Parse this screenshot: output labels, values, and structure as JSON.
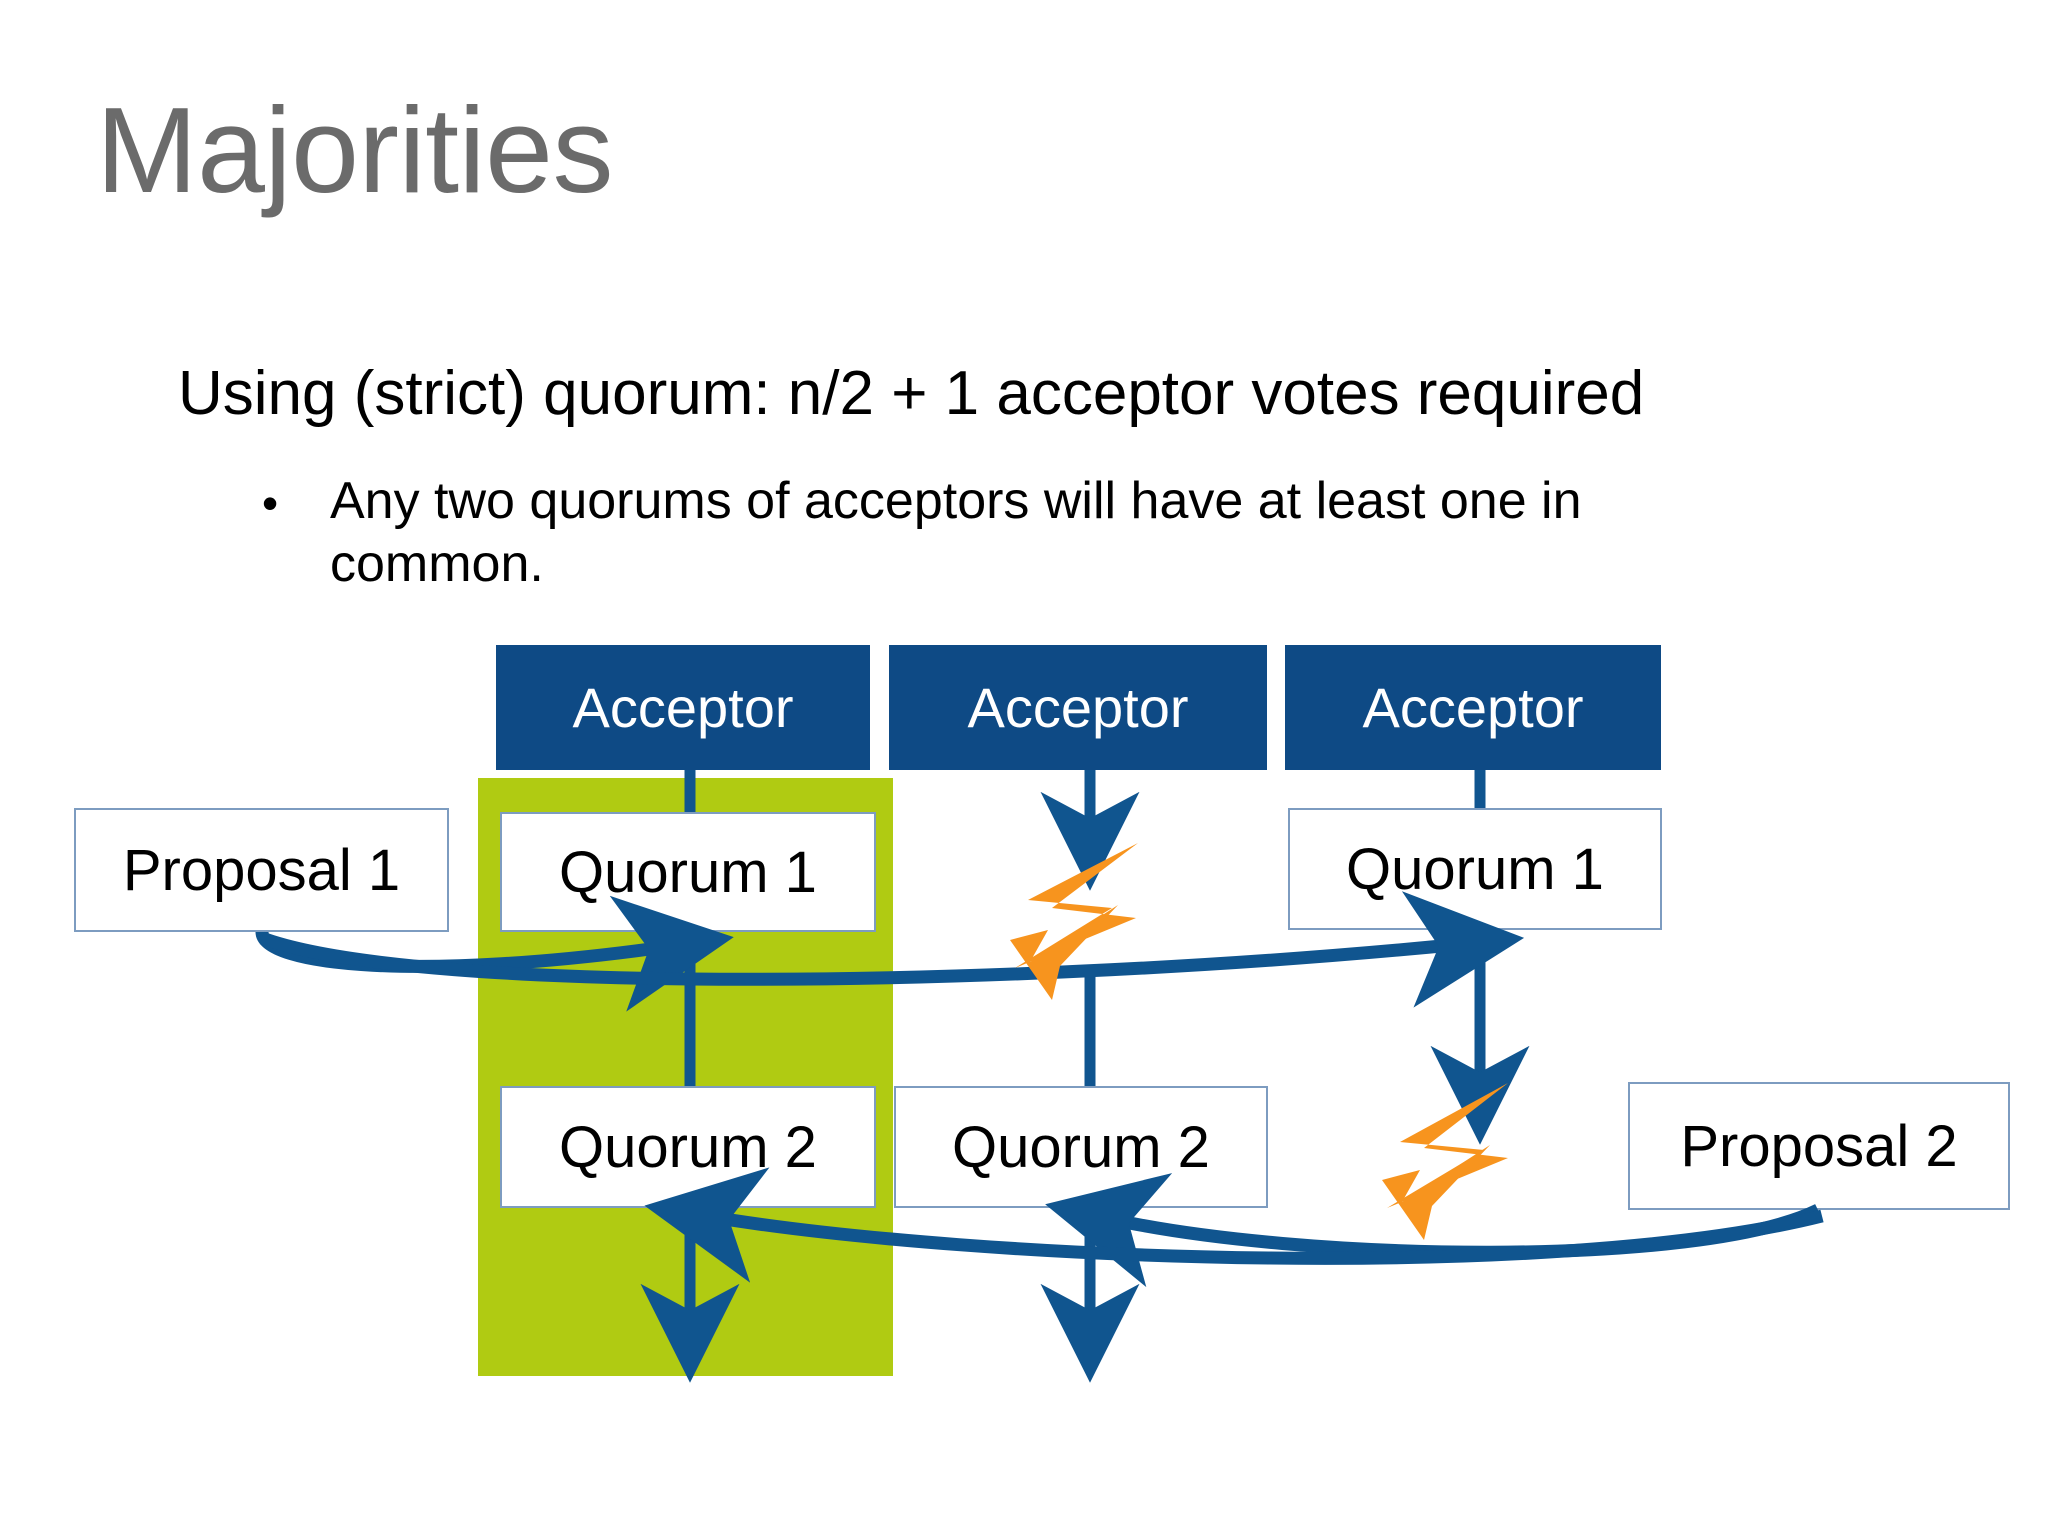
{
  "slide": {
    "title": "Majorities",
    "lead": "Using (strict) quorum:  n/2 + 1 acceptor votes required",
    "bullet_mark": "•",
    "bullet": "Any two quorums of acceptors will have at least one in common."
  },
  "colors": {
    "title_gray": "#6b6b6b",
    "acceptor_blue": "#0e4a85",
    "highlight_green": "#b0cb12",
    "arrow_blue": "#10558f",
    "lightning_orange": "#f7941e",
    "box_border": "#7d9cc0",
    "background": "#ffffff",
    "text_black": "#000000"
  },
  "diagram": {
    "acceptors": [
      {
        "label": "Acceptor"
      },
      {
        "label": "Acceptor"
      },
      {
        "label": "Acceptor"
      }
    ],
    "boxes": {
      "proposal_1": "Proposal 1",
      "quorum_1_left": "Quorum 1",
      "quorum_1_right": "Quorum 1",
      "quorum_2_left": "Quorum 2",
      "quorum_2_middle": "Quorum 2",
      "proposal_2": "Proposal 2"
    },
    "icons": {
      "lightning_1": "lightning-bolt-icon",
      "lightning_2": "lightning-bolt-icon"
    }
  }
}
